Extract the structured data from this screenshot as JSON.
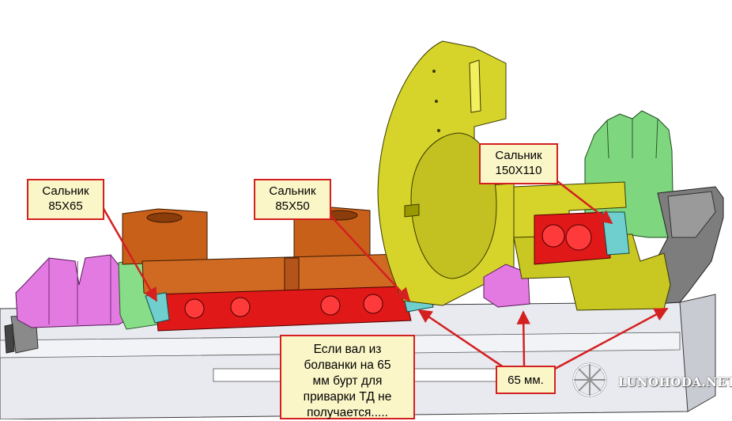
{
  "callouts": {
    "seal_85x65": "Сальник\n85X65",
    "seal_85x50": "Сальник\n85X50",
    "seal_150x110": "Сальник\n150X110",
    "note": "Если вал из\nболванки на 65\nмм бурт для\nприварки ТД не\nполучается.....",
    "diameter_65": "65 мм."
  },
  "watermark": {
    "text": "LUNOHODA.NET"
  },
  "colors": {
    "callout_fill": "#fbf6c8",
    "callout_border": "#d42020",
    "arrow": "#d42020",
    "housing_orange": "#c8601a",
    "gear_yellow": "#d6d42a",
    "bearing_red": "#e01818",
    "seal_cyan": "#6fcfcf",
    "gear_green": "#7ed67e",
    "coupling_magenta": "#e070e0",
    "shaft_gray": "#e6e8ee"
  }
}
